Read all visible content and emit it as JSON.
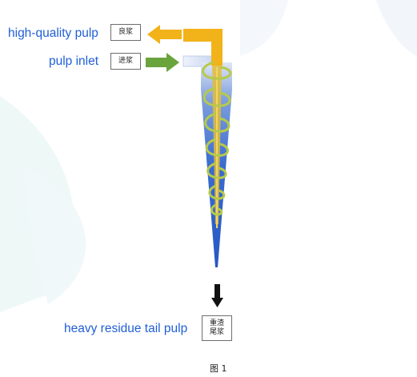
{
  "labels": {
    "good_pulp_en": "high-quality pulp",
    "inlet_en": "pulp inlet",
    "tail_en": "heavy residue tail pulp"
  },
  "boxes": {
    "good_pulp_cn": "良浆",
    "inlet_cn": "进浆",
    "tail_cn_line1": "重渣",
    "tail_cn_line2": "尾浆"
  },
  "caption": "图 1",
  "colors": {
    "label_blue": "#1f5fd8",
    "good_pulp_orange": "#f2b21a",
    "inlet_green": "#6aa43d",
    "cone_blue": "#2a61c9",
    "spiral_green": "#b7c94a",
    "tail_arrow": "#111111"
  },
  "icons": {
    "good_pulp_arrow": "arrow-left-icon",
    "inlet_arrow": "arrow-right-icon",
    "tail_arrow": "arrow-down-icon"
  }
}
